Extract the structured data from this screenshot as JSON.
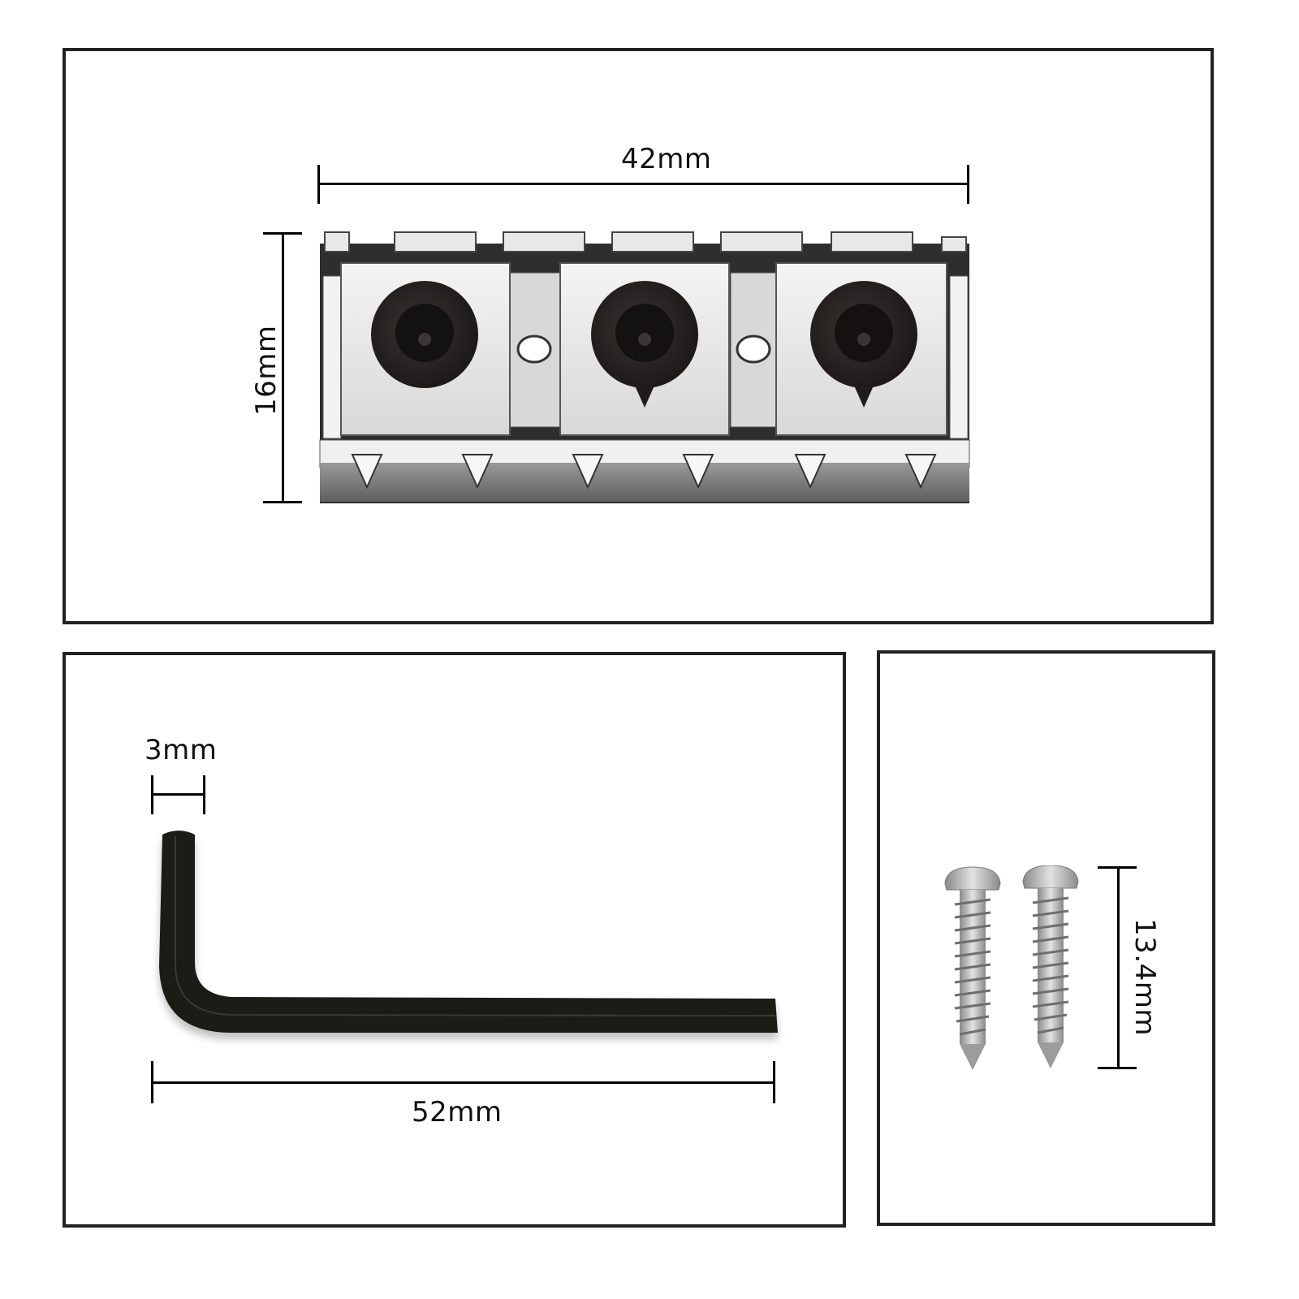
{
  "panels": {
    "top": {
      "item": "locking-nut",
      "width_label": "42mm",
      "height_label": "16mm",
      "colors": {
        "chrome": "#e6e6e6",
        "chrome_dark": "#7a7a7a",
        "bolt": "#2a2624"
      }
    },
    "bottom_left": {
      "item": "hex-key",
      "thickness_label": "3mm",
      "length_label": "52mm",
      "colors": {
        "key": "#1c1a19"
      }
    },
    "bottom_right": {
      "item": "screws",
      "length_label": "13.4mm",
      "count": 2,
      "colors": {
        "screw": "#b8b8b8"
      }
    }
  },
  "border_color": "#222222"
}
